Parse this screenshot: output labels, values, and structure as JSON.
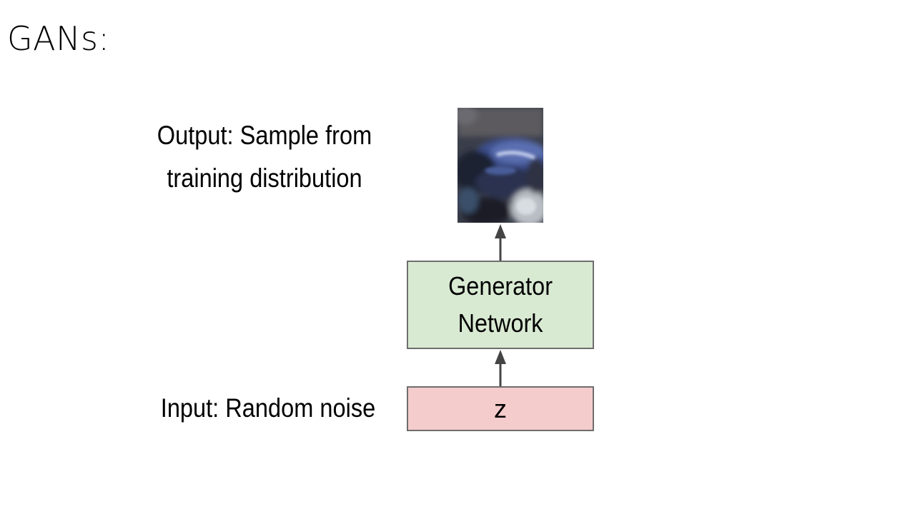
{
  "slide": {
    "title": "GANs:"
  },
  "diagram": {
    "output_label_line1": "Output: Sample from",
    "output_label_line2": "training distribution",
    "generator_line1": "Generator",
    "generator_line2": "Network",
    "input_label": "Input: Random noise",
    "noise_variable": "z",
    "colors": {
      "generator_fill": "#d9ead3",
      "noise_fill": "#f4cccc",
      "box_border": "#6e6e6e",
      "arrow": "#444444"
    }
  }
}
